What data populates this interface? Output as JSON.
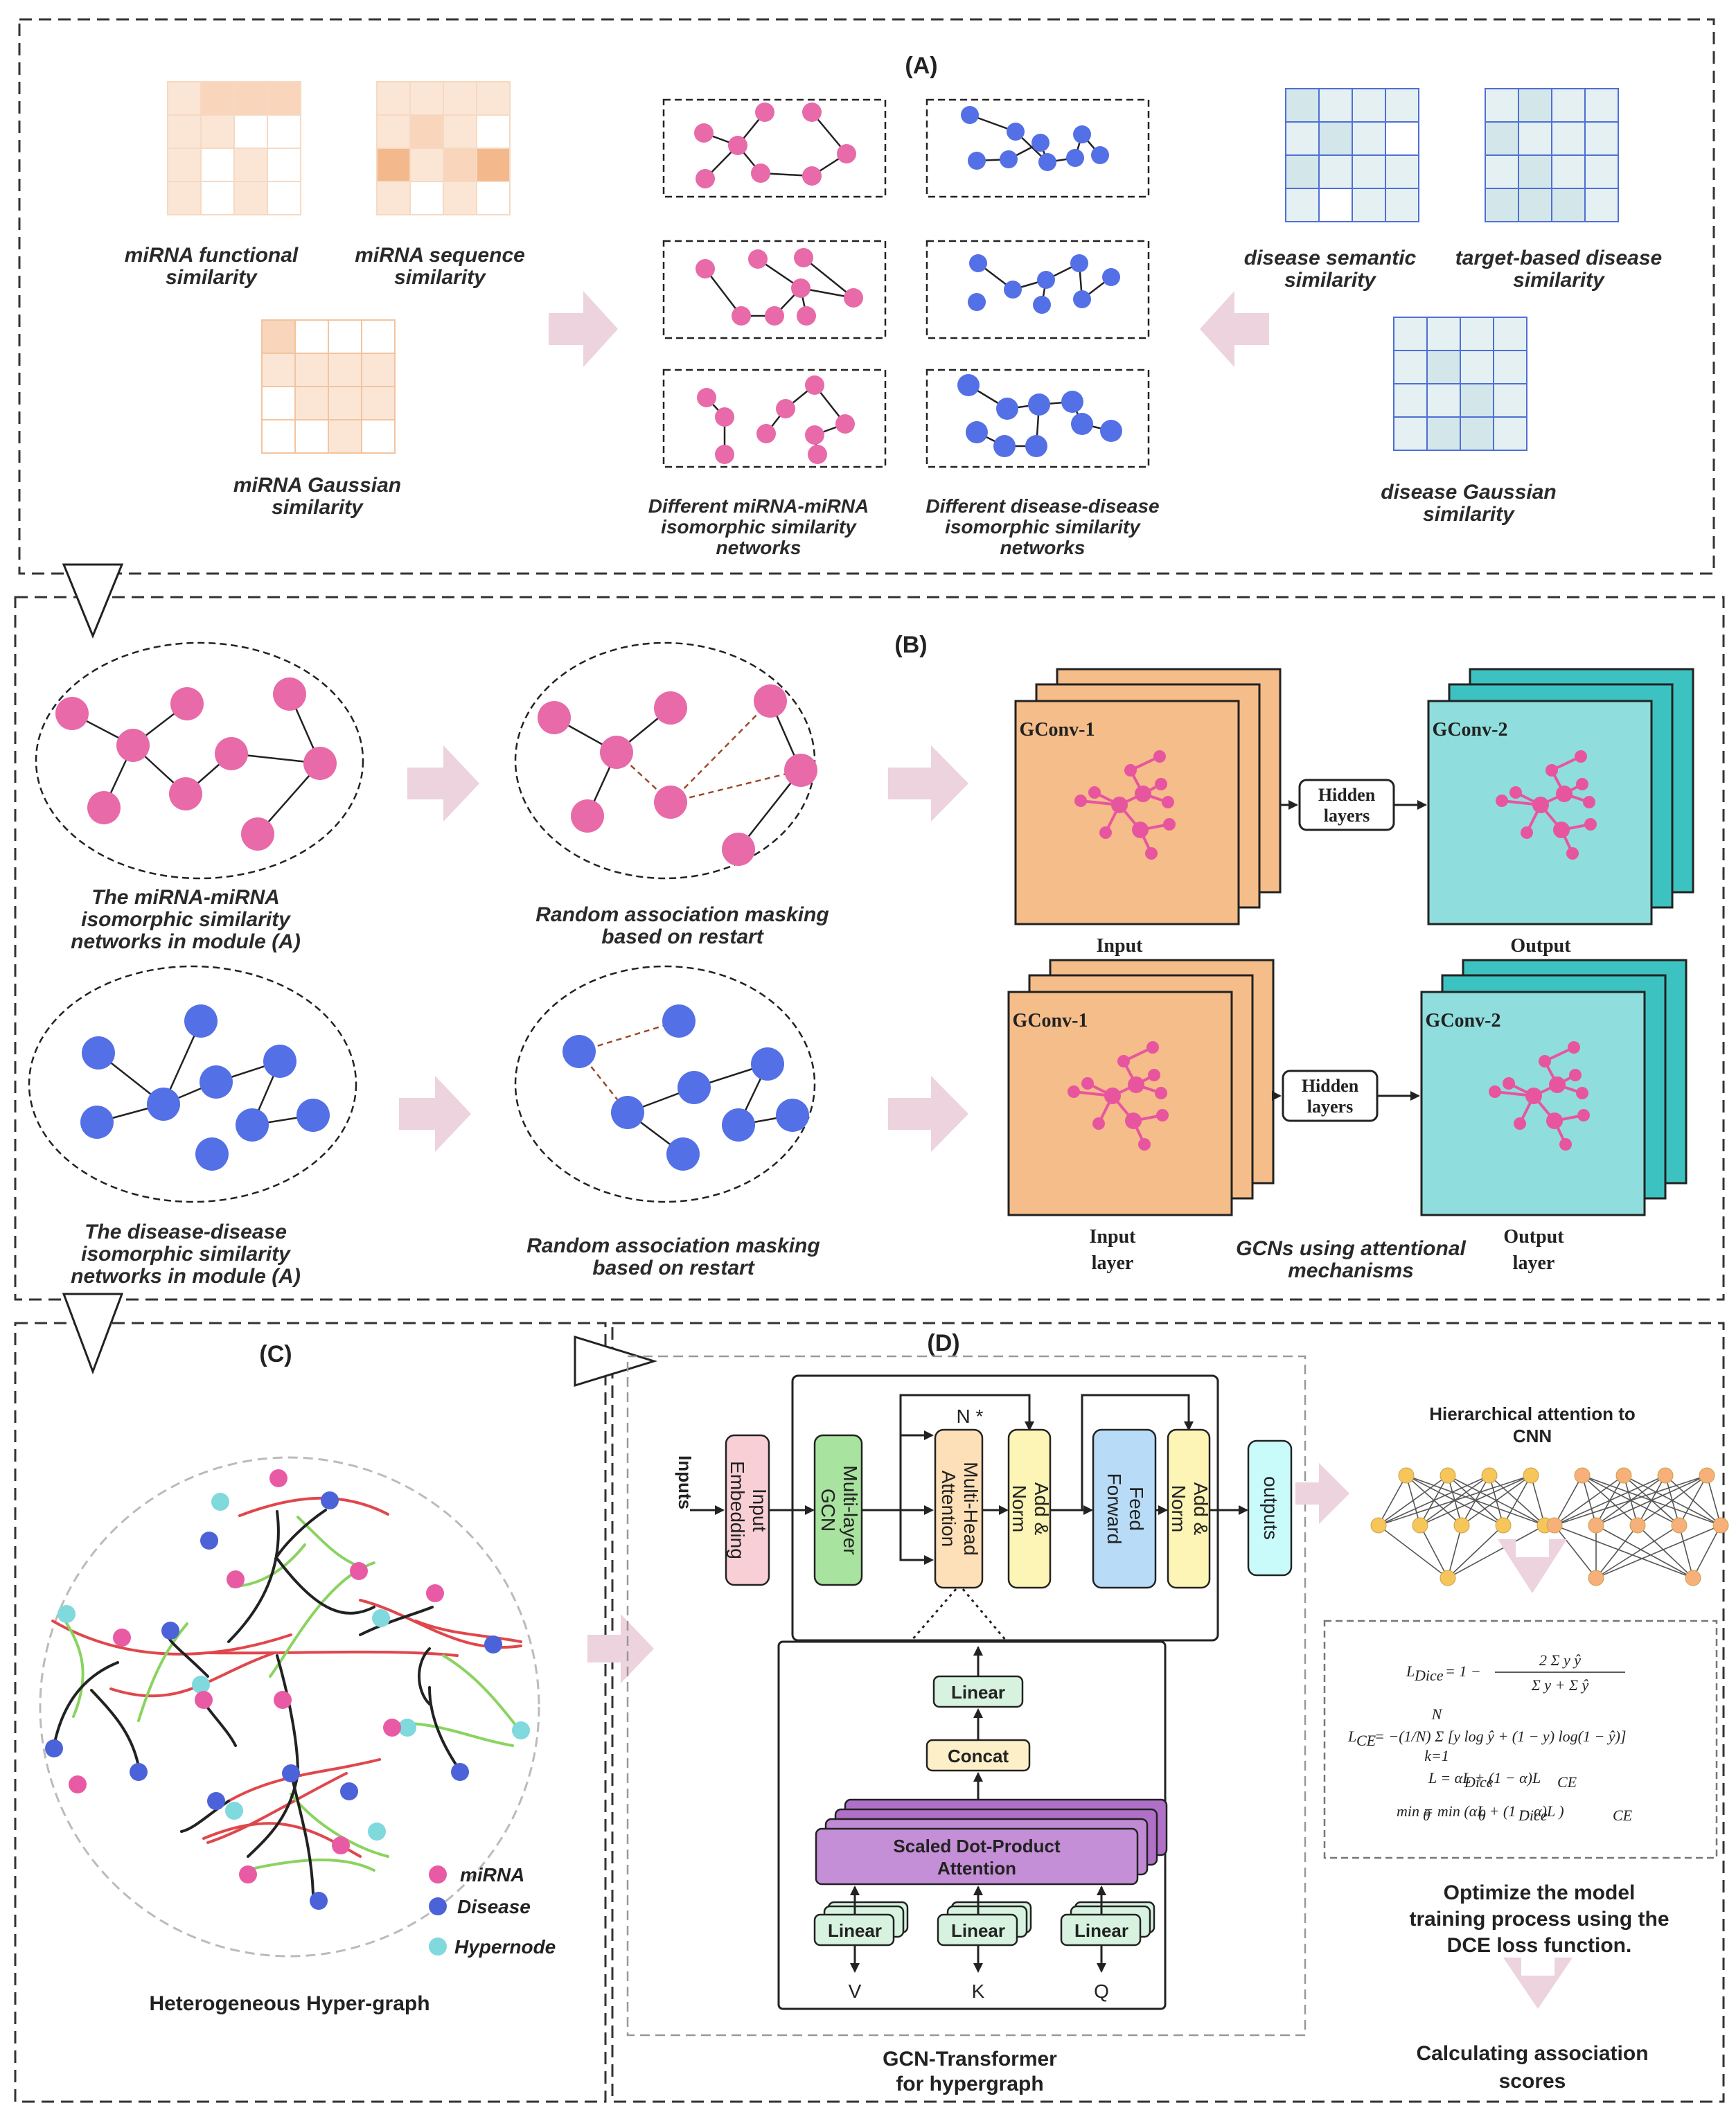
{
  "panels": {
    "A": {
      "label": "(A)"
    },
    "B": {
      "label": "(B)"
    },
    "C": {
      "label": "(C)"
    },
    "D": {
      "label": "(D)"
    }
  },
  "moduleA": {
    "mirna_functional": [
      "miRNA functional",
      "similarity"
    ],
    "mirna_sequence": [
      "miRNA sequence",
      "similarity"
    ],
    "mirna_gaussian": [
      "miRNA Gaussian",
      "similarity"
    ],
    "mirna_networks": [
      "Different miRNA-miRNA",
      "isomorphic similarity",
      "networks"
    ],
    "disease_networks": [
      "Different disease-disease",
      "isomorphic similarity",
      "networks"
    ],
    "disease_semantic": [
      "disease semantic",
      "similarity"
    ],
    "target_disease": [
      "target-based disease",
      "similarity"
    ],
    "disease_gaussian": [
      "disease Gaussian",
      "similarity"
    ],
    "colors": {
      "mirna_node": "#e86aa8",
      "disease_node": "#5470e6",
      "mirna_matrix": "#f3b98c",
      "disease_matrix": "#4f6fd6"
    }
  },
  "moduleB": {
    "mirna_net_caption": [
      "The miRNA-miRNA",
      "isomorphic similarity",
      "networks in module (A)"
    ],
    "disease_net_caption": [
      "The disease-disease",
      "isomorphic similarity",
      "networks in module (A)"
    ],
    "masking_caption": [
      "Random association masking",
      "based on restart"
    ],
    "gconv1": "GConv-1",
    "gconv2": "GConv-2",
    "hidden": [
      "Hidden",
      "layers"
    ],
    "input_layer": [
      "Input",
      "layer"
    ],
    "output_layer": [
      "Output",
      "layer"
    ],
    "gcn_caption": [
      "GCNs using attentional",
      "mechanisms"
    ],
    "colors": {
      "input": "#f5bd8a",
      "output": "#8fdedd",
      "output_back": "#3cc3c1"
    }
  },
  "moduleC": {
    "title": "Heterogeneous Hyper-graph",
    "legend": [
      "miRNA",
      "Disease",
      "Hypernode"
    ],
    "colors": {
      "mirna": "#e95aa5",
      "disease": "#4b62d8",
      "hypernode": "#7fd9dd",
      "red_edge": "#e0474c",
      "green_edge": "#8ad360"
    }
  },
  "moduleD": {
    "inputs": "Inputs",
    "input_embedding": [
      "Input",
      "Embedding"
    ],
    "multilayer_gcn": [
      "Multi-layer",
      "GCN"
    ],
    "multihead": [
      "Multi-Head",
      "Attention"
    ],
    "add_norm": [
      "Add &",
      "Norm"
    ],
    "feed_forward": [
      "Feed",
      "Forward"
    ],
    "outputs": "outputs",
    "n_star": "N *",
    "linear": "Linear",
    "concat": "Concat",
    "sdpa": [
      "Scaled Dot-Product",
      "Attention"
    ],
    "vkq": [
      "V",
      "K",
      "Q"
    ],
    "gcn_transformer": [
      "GCN-Transformer",
      "for  hypergraph"
    ],
    "hier_attention": [
      "Hierarchical attention to",
      "CNN"
    ],
    "optimize": [
      "Optimize the model",
      "training process using the",
      "DCE loss function."
    ],
    "calculating": [
      "Calculating association",
      "scores"
    ],
    "equations": {
      "dice_lhs": "L",
      "dice_sub": "Dice",
      "dice_rhs": "= 1 −",
      "dice_num": "2 Σ y ŷ",
      "dice_den": "Σ y + Σ ŷ",
      "ce": "= −(1/N) Σ [y log ŷ + (1 − y) log(1 − ŷ)]",
      "ce_sub": "CE",
      "total": "L = αL  + (1 − α)L",
      "min": "min  = min (αL  + (1 − α)L  )",
      "theta": "θ",
      "k1": "k=1",
      "bigN": "N"
    }
  }
}
